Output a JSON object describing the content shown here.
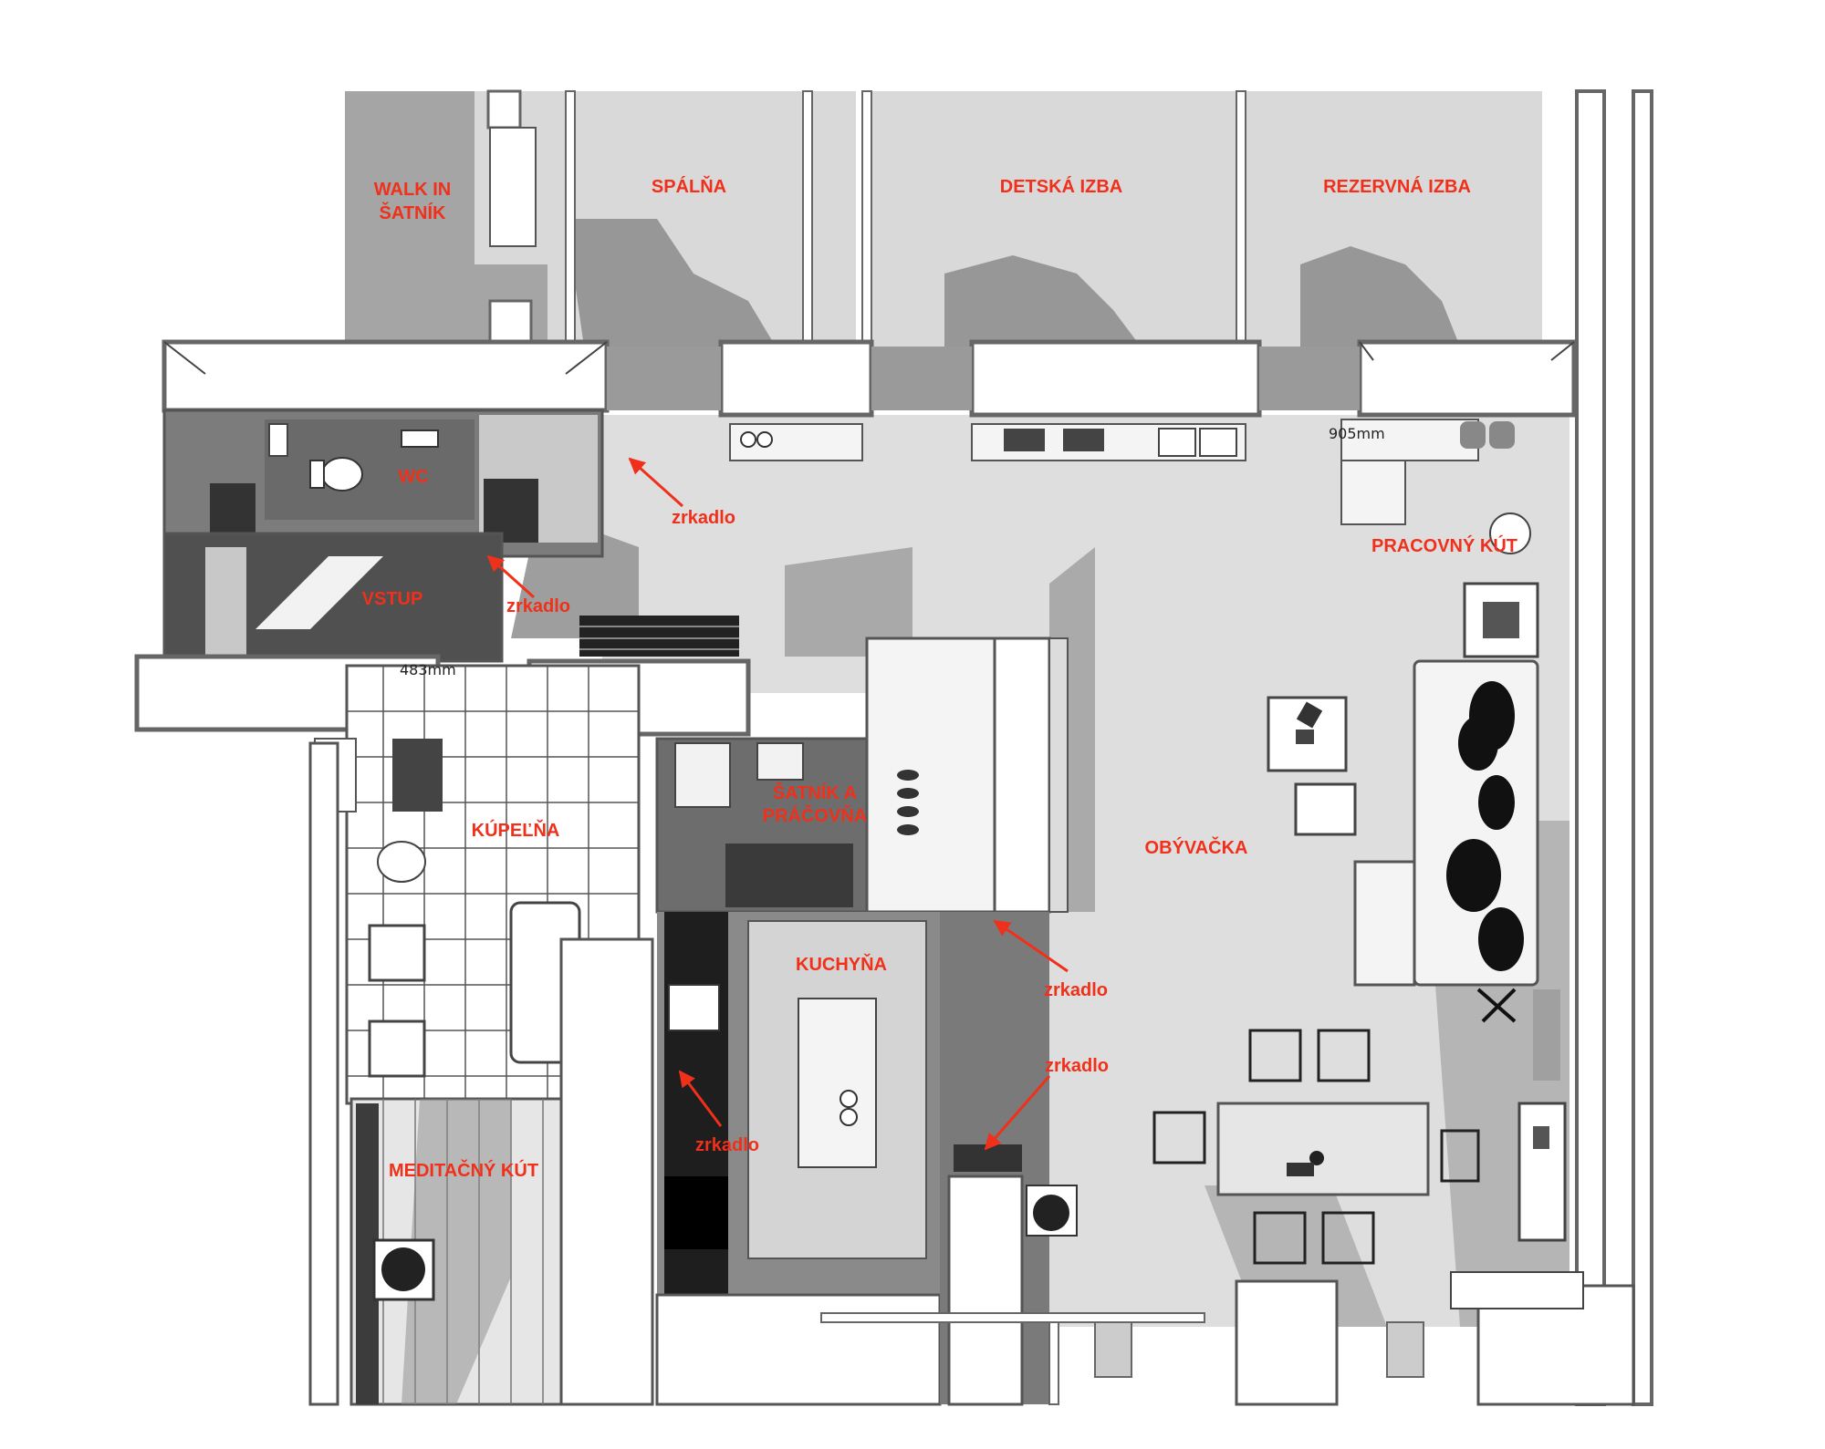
{
  "rooms": {
    "walk_in_line1": "WALK IN",
    "walk_in_line2": "ŠATNÍK",
    "spalna": "SPÁLŇA",
    "detska": "DETSKÁ IZBA",
    "rezervna": "REZERVNÁ IZBA",
    "wc": "WC",
    "vstup": "VSTUP",
    "pracovny": "PRACOVNÝ KÚT",
    "satnik_line1": "ŠATNÍK A",
    "satnik_line2": "PRÁČOVŇA",
    "kupelna": "KÚPEĽŇA",
    "obyvacka": "OBÝVAČKA",
    "kuchyna": "KUCHYŇA",
    "meditacny": "MEDITAČNÝ KÚT"
  },
  "annotations": {
    "mirror_1": "zrkadlo",
    "mirror_2": "zrkadlo",
    "mirror_3": "zrkadlo",
    "mirror_4": "zrkadlo",
    "mirror_5": "zrkadlo"
  },
  "dimensions": {
    "dim_1": "483mm",
    "dim_2": "905mm"
  },
  "colors": {
    "label": "#f0301a",
    "wall_outline": "#666666",
    "floor": "#d9d9d9",
    "shadow": "#7a7a7a"
  }
}
